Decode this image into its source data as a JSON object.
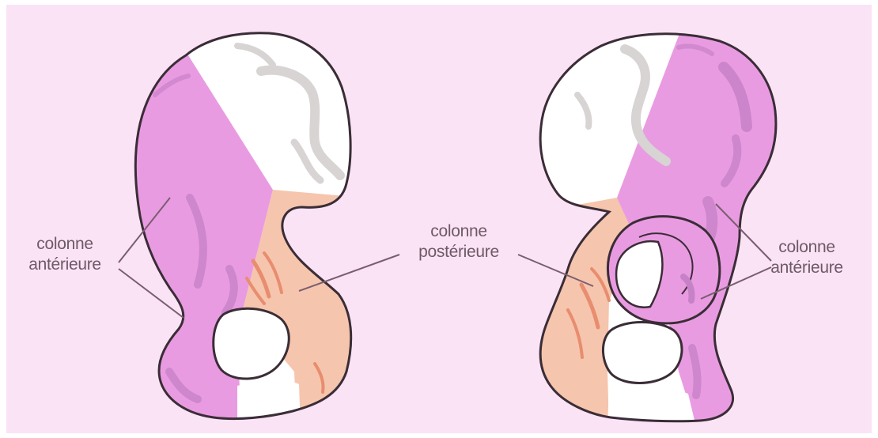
{
  "labels": {
    "left": {
      "line1": "colonne",
      "line2": "antérieure"
    },
    "middle": {
      "line1": "colonne",
      "line2": "postérieure"
    },
    "right": {
      "line1": "colonne",
      "line2": "antérieure"
    }
  },
  "colors": {
    "background": "#fbe3f6",
    "anterior_column": "#e99be2",
    "posterior_column": "#f6c5ad",
    "bone_white": "#ffffff",
    "cartilage_grey": "#d7d4d3",
    "muscle_mark": "#c781c7",
    "posterior_mark": "#e88d6f",
    "outline": "#3a2d36",
    "label_text": "#6e5a66",
    "leader_line": "#7a5e6f"
  }
}
